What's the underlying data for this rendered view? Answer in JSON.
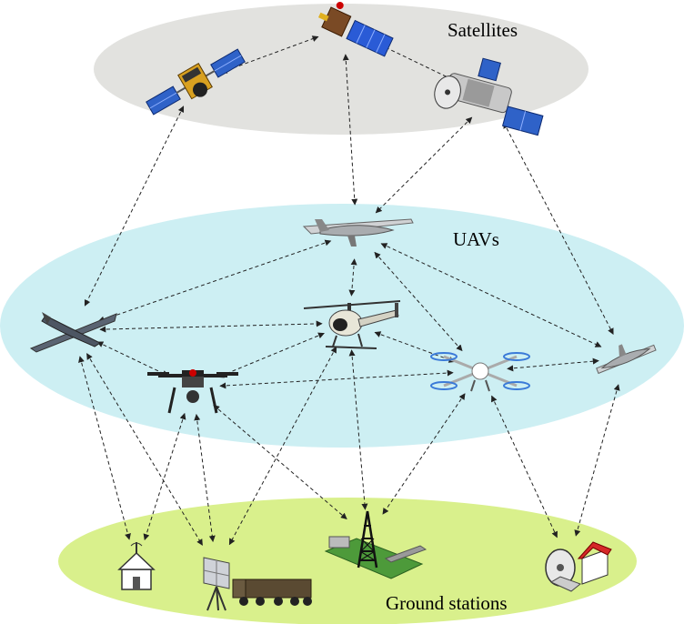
{
  "layers": {
    "satellites": {
      "label": "Satellites",
      "color": "#e2e2df"
    },
    "uavs": {
      "label": "UAVs",
      "color": "#cdeff3"
    },
    "ground": {
      "label": "Ground stations",
      "color": "#d9f08c"
    }
  },
  "nodes": [
    {
      "id": "sat-left",
      "type": "satellite"
    },
    {
      "id": "sat-top",
      "type": "satellite"
    },
    {
      "id": "sat-right",
      "type": "satellite"
    },
    {
      "id": "uav-top-fixed-wing",
      "type": "fixed-wing-uav"
    },
    {
      "id": "uav-left-glider",
      "type": "fixed-wing-uav"
    },
    {
      "id": "uav-helicopter",
      "type": "helicopter-uav"
    },
    {
      "id": "uav-hexacopter",
      "type": "multirotor-uav"
    },
    {
      "id": "uav-quadcopter",
      "type": "multirotor-uav"
    },
    {
      "id": "uav-right-fixed-wing",
      "type": "fixed-wing-uav"
    },
    {
      "id": "gs-chapel",
      "type": "ground-station"
    },
    {
      "id": "gs-radar-truck",
      "type": "ground-station"
    },
    {
      "id": "gs-tower",
      "type": "ground-station"
    },
    {
      "id": "gs-dish-house",
      "type": "ground-station"
    }
  ],
  "links": [
    [
      "sat-left",
      "sat-top"
    ],
    [
      "sat-top",
      "sat-right"
    ],
    [
      "sat-left",
      "uav-left-glider"
    ],
    [
      "sat-top",
      "uav-top-fixed-wing"
    ],
    [
      "sat-right",
      "uav-top-fixed-wing"
    ],
    [
      "sat-right",
      "uav-right-fixed-wing"
    ],
    [
      "uav-top-fixed-wing",
      "uav-left-glider"
    ],
    [
      "uav-top-fixed-wing",
      "uav-helicopter"
    ],
    [
      "uav-top-fixed-wing",
      "uav-quadcopter"
    ],
    [
      "uav-top-fixed-wing",
      "uav-right-fixed-wing"
    ],
    [
      "uav-left-glider",
      "uav-helicopter"
    ],
    [
      "uav-left-glider",
      "uav-hexacopter"
    ],
    [
      "uav-helicopter",
      "uav-hexacopter"
    ],
    [
      "uav-helicopter",
      "uav-quadcopter"
    ],
    [
      "uav-hexacopter",
      "uav-quadcopter"
    ],
    [
      "uav-quadcopter",
      "uav-right-fixed-wing"
    ],
    [
      "uav-left-glider",
      "gs-chapel"
    ],
    [
      "uav-left-glider",
      "gs-radar-truck"
    ],
    [
      "uav-hexacopter",
      "gs-chapel"
    ],
    [
      "uav-hexacopter",
      "gs-radar-truck"
    ],
    [
      "uav-hexacopter",
      "gs-tower"
    ],
    [
      "uav-helicopter",
      "gs-radar-truck"
    ],
    [
      "uav-helicopter",
      "gs-tower"
    ],
    [
      "uav-quadcopter",
      "gs-tower"
    ],
    [
      "uav-quadcopter",
      "gs-dish-house"
    ],
    [
      "uav-right-fixed-wing",
      "gs-dish-house"
    ]
  ]
}
